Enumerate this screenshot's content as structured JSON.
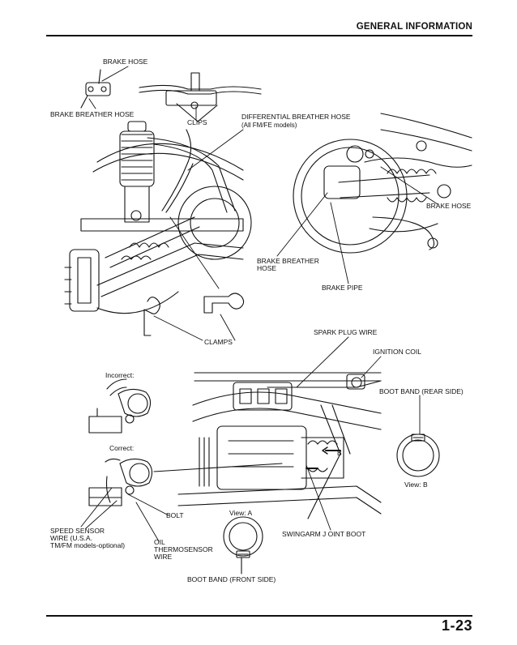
{
  "header": {
    "title": "GENERAL INFORMATION"
  },
  "footer": {
    "page_number": "1-23"
  },
  "labels": {
    "brake_hose_top": "BRAKE HOSE",
    "brake_breather_hose_top": "BRAKE BREATHER HOSE",
    "clips": "CLIPS",
    "diff_breather_hose": "DIFFERENTIAL BREATHER HOSE",
    "diff_breather_models": "(All FM/FE models)",
    "brake_hose_right": "BRAKE HOSE",
    "brake_breather_hose_mid": "BRAKE BREATHER",
    "brake_breather_hose_mid2": "HOSE",
    "brake_pipe": "BRAKE PIPE",
    "clamps": "CLAMPS",
    "spark_plug_wire": "SPARK PLUG WIRE",
    "ignition_coil": "IGNITION COIL",
    "boot_band_rear": "BOOT BAND (REAR SIDE)",
    "incorrect": "Incorrect:",
    "correct": "Correct:",
    "letter_b": "B",
    "view_b": "View: B",
    "bolt": "BOLT",
    "view_a": "View: A",
    "speed_sensor_1": "SPEED SENSOR",
    "speed_sensor_2": "WIRE (U.S.A.",
    "speed_sensor_3": "TM/FM models-optional)",
    "oil_thermo_1": "OIL",
    "oil_thermo_2": "THERMOSENSOR",
    "oil_thermo_3": "WIRE",
    "swingarm_boot": "SWINGARM J OINT BOOT",
    "boot_band_front": "BOOT BAND (FRONT SIDE)"
  }
}
